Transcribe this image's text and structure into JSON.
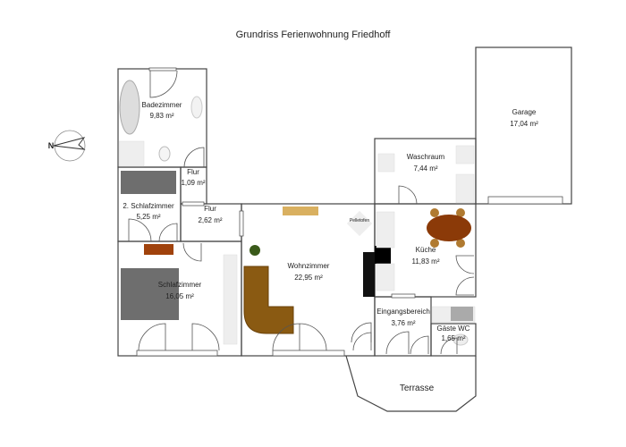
{
  "title": "Grundriss Ferienwohnung Friedhoff",
  "compass": {
    "icon": "compass-north-arrow-icon",
    "label": "N"
  },
  "rooms": [
    {
      "name": "Badezimmer",
      "area": "9,83 m²"
    },
    {
      "name": "Flur",
      "area": "1,09 m²"
    },
    {
      "name": "2. Schlafzimmer",
      "area": "5,25 m²"
    },
    {
      "name": "Flur",
      "area": "2,62 m²"
    },
    {
      "name": "Schlafzimmer",
      "area": "16,05 m²"
    },
    {
      "name": "Wohnzimmer",
      "area": "22,95 m²"
    },
    {
      "name": "Waschraum",
      "area": "7,44 m²"
    },
    {
      "name": "Garage",
      "area": "17,04 m²"
    },
    {
      "name": "Küche",
      "area": "11,83 m²"
    },
    {
      "name": "Eingangsbereich",
      "area": "3,76 m²"
    },
    {
      "name": "Gäste WC",
      "area": "1,65 m²"
    },
    {
      "name": "Terrasse",
      "area": ""
    }
  ],
  "furniture": {
    "stove_label": "Pelletofen"
  },
  "colors": {
    "sofa": "#8a5a12",
    "table": "#8b3a08",
    "bed": "#6e6e6e",
    "desk": "#d9b060",
    "dresser": "#a0420c",
    "chair": "#b07a30"
  }
}
